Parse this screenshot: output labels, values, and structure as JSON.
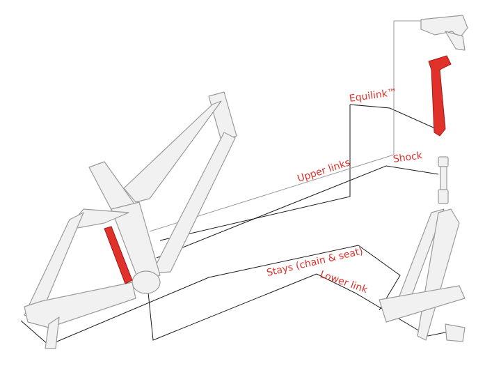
{
  "labels": {
    "equilink": "Equilink™",
    "upper_links": "Upper links",
    "shock": "Shock",
    "stays": "Stays (chain & seat)",
    "lower_link": "Lower link"
  },
  "colors": {
    "accent_red": "#e0312b",
    "frame_fill": "#f1f1f1",
    "frame_stroke": "#9a9a9a",
    "leader_black": "#1a1a1a",
    "leader_gray": "#9a9a9a"
  }
}
